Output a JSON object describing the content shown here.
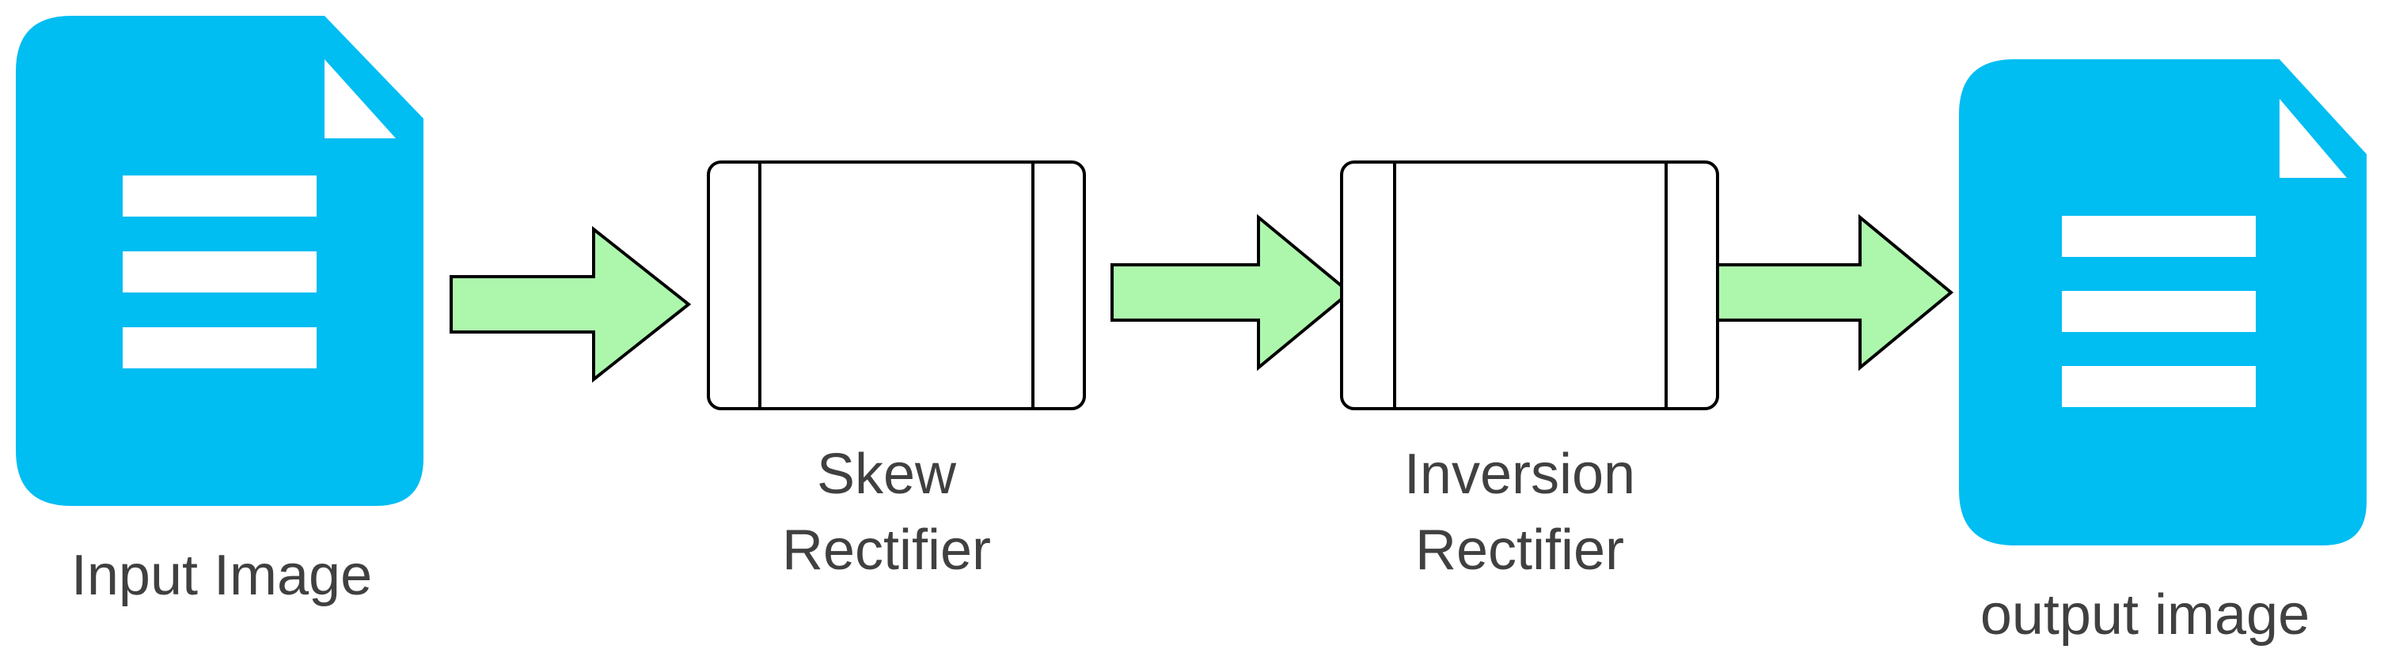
{
  "colors": {
    "document": "#00bdf2",
    "arrow_fill": "#adf7ad",
    "arrow_stroke": "#000000",
    "process_box_stroke": "#000000",
    "text": "#404040"
  },
  "icons": {
    "input": "document-icon",
    "output": "document-icon",
    "process": "predefined-process-box",
    "arrow": "right-arrow"
  },
  "nodes": {
    "input": {
      "label": "Input Image"
    },
    "skew": {
      "line1": "Skew",
      "line2": "Rectifier"
    },
    "inversion": {
      "line1": "Inversion",
      "line2": "Rectifier"
    },
    "output": {
      "label": "output image"
    }
  }
}
